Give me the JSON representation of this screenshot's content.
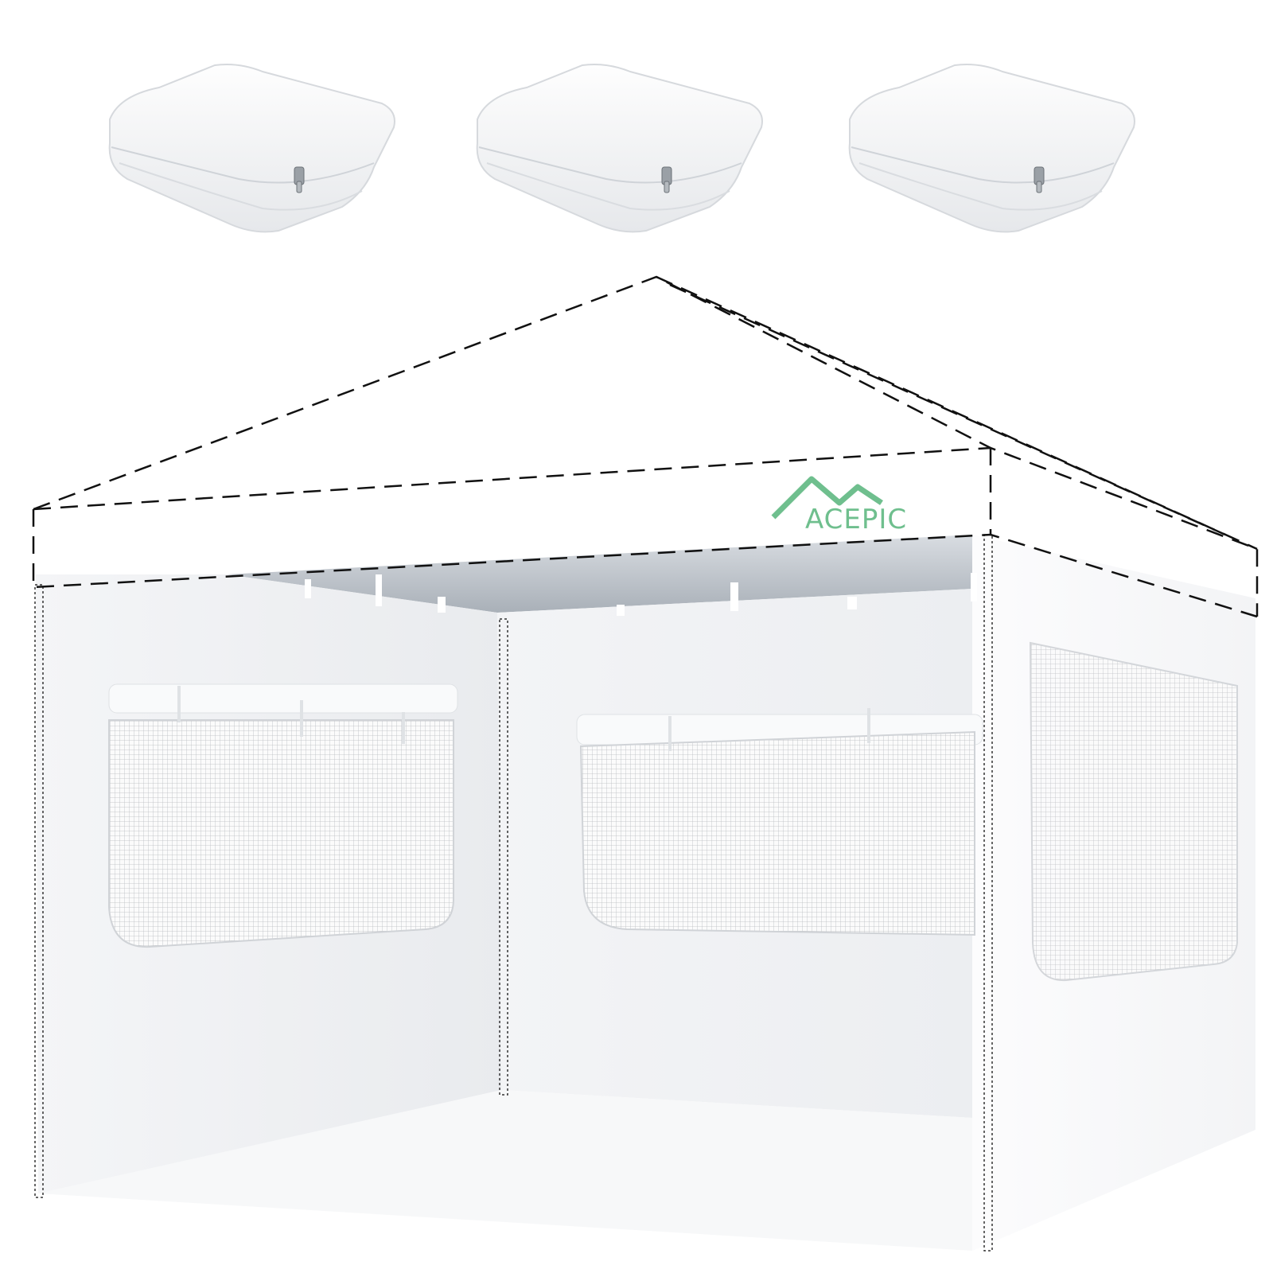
{
  "brand": {
    "logo_text": "ACEPIC",
    "logo_color": "#6fbf8e"
  },
  "product": {
    "packaged_panel_count": 3,
    "wall_panel_count": 3,
    "panel_color": "#ffffff",
    "window_type": "mesh window",
    "roof_style": "dashed outline"
  },
  "icons": {
    "logo": "mountain-logo-icon",
    "zipper": "zipper-pull-icon"
  }
}
